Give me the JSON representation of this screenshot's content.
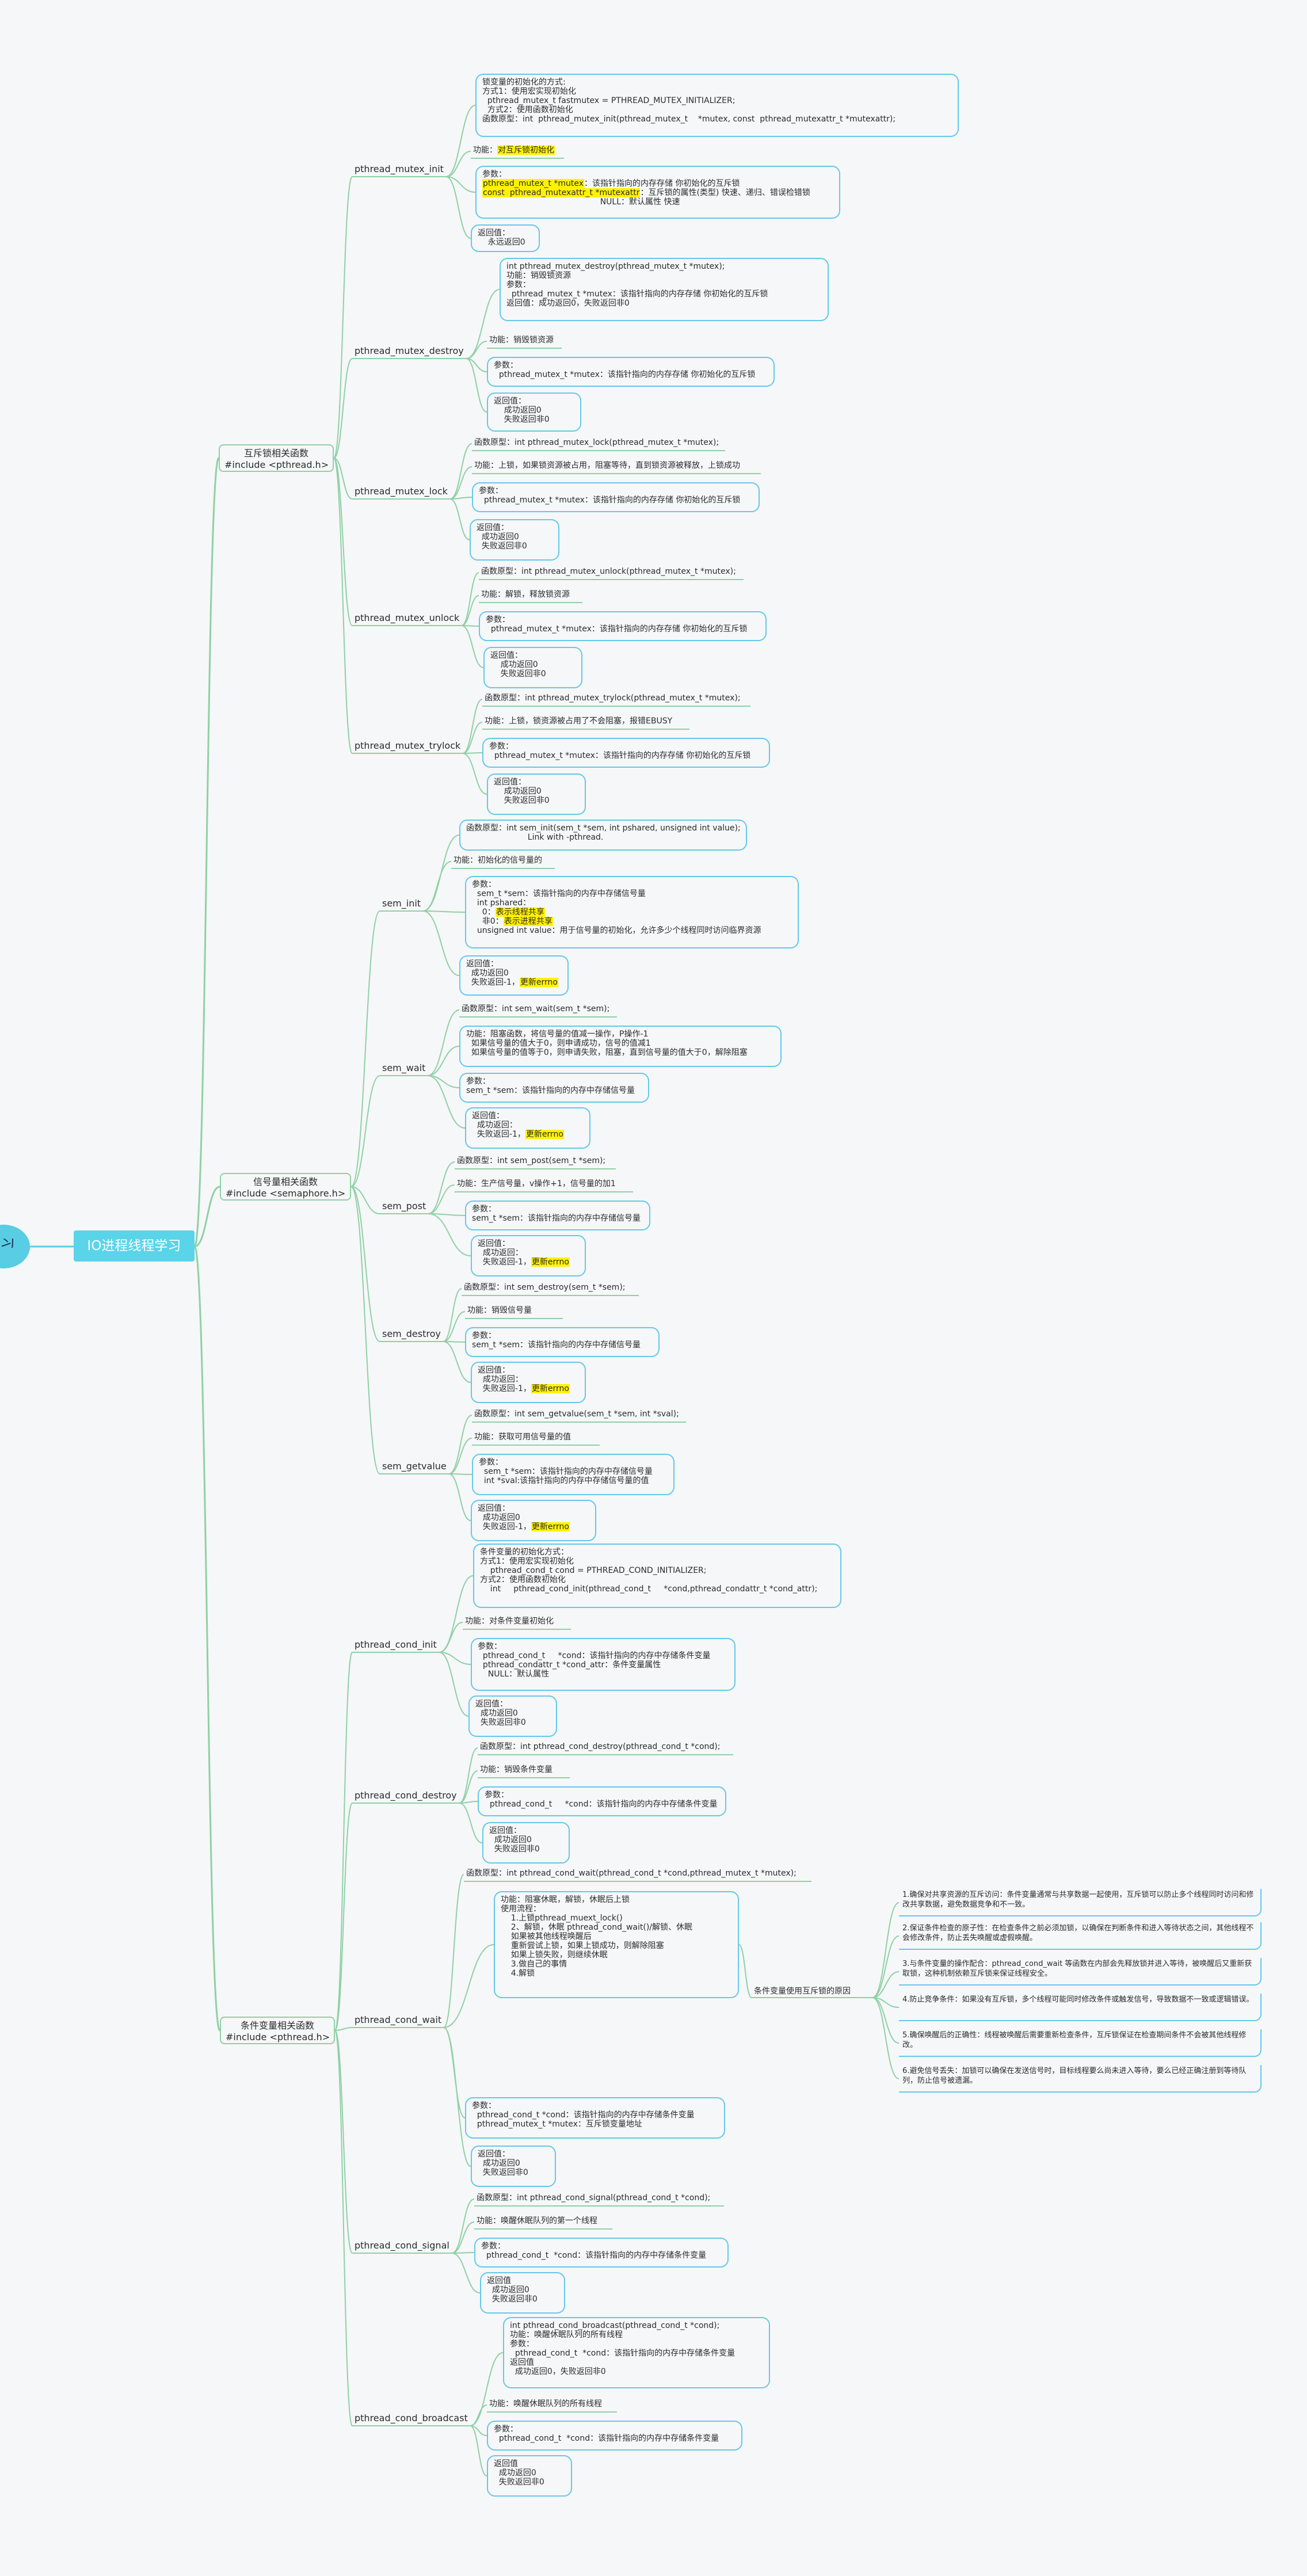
{
  "root_label": "习",
  "main_topic": "IO进程线程学习",
  "categories": {
    "mutex": "互斥锁相关函数\n#include <pthread.h>",
    "sem": "信号量相关函数\n#include <semaphore.h>",
    "cond": "条件变量相关函数\n#include <pthread.h>"
  },
  "functions": {
    "mutex_init": "pthread_mutex_init",
    "mutex_destroy": "pthread_mutex_destroy",
    "mutex_lock": "pthread_mutex_lock",
    "mutex_unlock": "pthread_mutex_unlock",
    "mutex_trylock": "pthread_mutex_trylock",
    "sem_init": "sem_init",
    "sem_wait": "sem_wait",
    "sem_post": "sem_post",
    "sem_destroy": "sem_destroy",
    "sem_getvalue": "sem_getvalue",
    "cond_init": "pthread_cond_init",
    "cond_destroy": "pthread_cond_destroy",
    "cond_wait": "pthread_cond_wait",
    "cond_signal": "pthread_cond_signal",
    "cond_broadcast": "pthread_cond_broadcast"
  },
  "leaves": [
    {
      "lines": [
        "锁变量的初始化的方式:",
        "方式1：使用宏实现初始化",
        "  pthread_mutex_t fastmutex = PTHREAD_MUTEX_INITIALIZER;",
        "  方式2：使用函数初始化",
        "函数原型：int  pthread_mutex_init(pthread_mutex_t    *mutex, const  pthread_mutexattr_t *mutexattr);"
      ]
    },
    {
      "lines": [
        "功能：对互斥锁初始化"
      ]
    },
    {
      "lines": [
        "参数：",
        "pthread_mutex_t *mutex：该指针指向的内存存储 你初始化的互斥锁",
        "const  pthread_mutexattr_t *mutexattr：互斥锁的属性(类型) 快速、递归、错误检错锁",
        "                                              NULL：默认属性 快速"
      ]
    },
    {
      "lines": [
        "返回值：",
        "    永远返回0"
      ]
    },
    {
      "lines": [
        "int pthread_mutex_destroy(pthread_mutex_t *mutex);",
        "功能：销毁锁资源",
        "参数：",
        "  pthread_mutex_t *mutex：该指针指向的内存存储 你初始化的互斥锁",
        "返回值：成功返回0，失败返回非0"
      ]
    },
    {
      "lines": [
        "功能：销毁锁资源"
      ]
    },
    {
      "lines": [
        "参数：",
        "  pthread_mutex_t *mutex：该指针指向的内存存储 你初始化的互斥锁"
      ]
    },
    {
      "lines": [
        "返回值：",
        "    成功返回0",
        "    失败返回非0"
      ]
    },
    {
      "lines": [
        "函数原型：int pthread_mutex_lock(pthread_mutex_t *mutex);"
      ]
    },
    {
      "lines": [
        "功能：上锁，如果锁资源被占用，阻塞等待，直到锁资源被释放，上锁成功"
      ]
    },
    {
      "lines": [
        "参数：",
        "  pthread_mutex_t *mutex：该指针指向的内存存储 你初始化的互斥锁"
      ]
    },
    {
      "lines": [
        "返回值：",
        "  成功返回0",
        "  失败返回非0"
      ]
    },
    {
      "lines": [
        "函数原型：int pthread_mutex_unlock(pthread_mutex_t *mutex);"
      ]
    },
    {
      "lines": [
        "功能：解锁，释放锁资源"
      ]
    },
    {
      "lines": [
        "参数：",
        "  pthread_mutex_t *mutex：该指针指向的内存存储 你初始化的互斥锁"
      ]
    },
    {
      "lines": [
        "返回值：",
        "    成功返回0",
        "    失败返回非0"
      ]
    },
    {
      "lines": [
        "函数原型：int pthread_mutex_trylock(pthread_mutex_t *mutex);"
      ]
    },
    {
      "lines": [
        "功能：上锁，锁资源被占用了不会阻塞，报错EBUSY"
      ]
    },
    {
      "lines": [
        "参数：",
        "  pthread_mutex_t *mutex：该指针指向的内存存储 你初始化的互斥锁"
      ]
    },
    {
      "lines": [
        "返回值：",
        "    成功返回0",
        "    失败返回非0"
      ]
    },
    {
      "lines": [
        "函数原型：int sem_init(sem_t *sem, int pshared, unsigned int value);",
        "                        Link with -pthread."
      ]
    },
    {
      "lines": [
        "功能：初始化的信号量的"
      ]
    },
    {
      "lines": [
        "参数：",
        "  sem_t *sem：该指针指向的内存中存储信号量",
        "  int pshared：",
        "    0：表示线程共享",
        "    非0：表示进程共享",
        "  unsigned int value：用于信号量的初始化，允许多少个线程同时访问临界资源"
      ]
    },
    {
      "lines": [
        "返回值：",
        "  成功返回0",
        "  失败返回-1，更新errno"
      ]
    },
    {
      "lines": [
        "函数原型：int sem_wait(sem_t *sem);"
      ]
    },
    {
      "lines": [
        "功能：阻塞函数，将信号量的值减一操作，P操作-1",
        "  如果信号量的值大于0，则申请成功，信号的值减1",
        "  如果信号量的值等于0，则申请失败，阻塞，直到信号量的值大于0，解除阻塞"
      ]
    },
    {
      "lines": [
        "参数：",
        "sem_t *sem：该指针指向的内存中存储信号量"
      ]
    },
    {
      "lines": [
        "返回值：",
        "  成功返回：",
        "  失败返回-1，更新errno"
      ]
    },
    {
      "lines": [
        "函数原型：int sem_post(sem_t *sem);"
      ]
    },
    {
      "lines": [
        "功能：生产信号量，v操作+1，信号量的加1"
      ]
    },
    {
      "lines": [
        "参数：",
        "sem_t *sem：该指针指向的内存中存储信号量"
      ]
    },
    {
      "lines": [
        "返回值：",
        "  成功返回：",
        "  失败返回-1，更新errno"
      ]
    },
    {
      "lines": [
        "函数原型：int sem_destroy(sem_t *sem);"
      ]
    },
    {
      "lines": [
        "功能：销毁信号量"
      ]
    },
    {
      "lines": [
        "参数：",
        "sem_t *sem：该指针指向的内存中存储信号量"
      ]
    },
    {
      "lines": [
        "返回值：",
        "  成功返回：",
        "  失败返回-1，更新errno"
      ]
    },
    {
      "lines": [
        "函数原型：int sem_getvalue(sem_t *sem, int *sval);"
      ]
    },
    {
      "lines": [
        "功能：获取可用信号量的值"
      ]
    },
    {
      "lines": [
        "参数：",
        "  sem_t *sem：该指针指向的内存中存储信号量",
        "  int *sval:该指针指向的内存中存储信号量的值"
      ]
    },
    {
      "lines": [
        "返回值：",
        "  成功返回0",
        "  失败返回-1，更新errno"
      ]
    },
    {
      "lines": [
        "条件变量的初始化方式：",
        "方式1：使用宏实现初始化",
        "    pthread_cond_t cond = PTHREAD_COND_INITIALIZER;",
        "方式2：使用函数初始化",
        "    int     pthread_cond_init(pthread_cond_t     *cond,pthread_condattr_t *cond_attr);"
      ]
    },
    {
      "lines": [
        "功能：对条件变量初始化"
      ]
    },
    {
      "lines": [
        "参数：",
        "  pthread_cond_t     *cond：该指针指向的内存中存储条件变量",
        "  pthread_condattr_t *cond_attr：条件变量属性",
        "    NULL：默认属性"
      ]
    },
    {
      "lines": [
        "返回值：",
        "  成功返回0",
        "  失败返回非0"
      ]
    },
    {
      "lines": [
        "函数原型：int pthread_cond_destroy(pthread_cond_t *cond);"
      ]
    },
    {
      "lines": [
        "功能：销毁条件变量"
      ]
    },
    {
      "lines": [
        "参数：",
        "  pthread_cond_t     *cond：该指针指向的内存中存储条件变量"
      ]
    },
    {
      "lines": [
        "返回值：",
        "  成功返回0",
        "  失败返回非0"
      ]
    },
    {
      "lines": [
        "函数原型：int pthread_cond_wait(pthread_cond_t *cond,pthread_mutex_t *mutex);"
      ]
    },
    {
      "lines": [
        "功能：阻塞休眠，解锁，休眠后上锁",
        "使用流程：",
        "    1.上锁pthread_muext_lock()",
        "    2、解锁，休眠 pthread_cond_wait()/解锁、休眠",
        "    如果被其他线程唤醒后",
        "    重新尝试上锁，如果上锁成功，则解除阻塞",
        "    如果上锁失败，则继续休眠",
        "    3.做自己的事情",
        "    4.解锁"
      ]
    },
    {
      "lines": [
        "参数：",
        "  pthread_cond_t *cond：该指针指向的内存中存储条件变量",
        "  pthread_mutex_t *mutex：互斥锁变量地址"
      ]
    },
    {
      "lines": [
        "返回值：",
        "  成功返回0",
        "  失败返回非0"
      ]
    },
    {
      "lines": [
        "函数原型：int pthread_cond_signal(pthread_cond_t *cond);"
      ]
    },
    {
      "lines": [
        "功能：唤醒休眠队列的第一个线程"
      ]
    },
    {
      "lines": [
        "参数：",
        "  pthread_cond_t  *cond：该指针指向的内存中存储条件变量"
      ]
    },
    {
      "lines": [
        "返回值",
        "  成功返回0",
        "  失败返回非0"
      ]
    },
    {
      "lines": [
        "int pthread_cond_broadcast(pthread_cond_t *cond);",
        "功能：唤醒休眠队列的所有线程",
        "参数：",
        "  pthread_cond_t  *cond：该指针指向的内存中存储条件变量",
        "返回值",
        "  成功返回0，失败返回非0"
      ]
    },
    {
      "lines": [
        "功能：唤醒休眠队列的所有线程"
      ]
    },
    {
      "lines": [
        "参数：",
        "  pthread_cond_t  *cond：该指针指向的内存中存储条件变量"
      ]
    },
    {
      "lines": [
        "返回值",
        "  成功返回0",
        "  失败返回非0"
      ]
    }
  ],
  "why_mutex_label": "条件变量使用互斥锁的原因",
  "why_notes": [
    "1.确保对共享资源的互斥访问：条件变量通常与共享数据一起使用，互斥锁可以防止多个线程同时访问和修改共享数据，避免数据竞争和不一致。",
    "2.保证条件检查的原子性：在检查条件之前必须加锁，以确保在判断条件和进入等待状态之间，其他线程不会修改条件，防止丢失唤醒或虚假唤醒。",
    "3.与条件变量的操作配合：pthread_cond_wait 等函数在内部会先释放锁并进入等待，被唤醒后又重新获取锁，这种机制依赖互斥锁来保证线程安全。",
    "4.防止竞争条件：如果没有互斥锁，多个线程可能同时修改条件或触发信号，导致数据不一致或逻辑错误。",
    "5.确保唤醒后的正确性：线程被唤醒后需要重新检查条件，互斥锁保证在检查期间条件不会被其他线程修改。",
    "6.避免信号丢失：加锁可以确保在发送信号时，目标线程要么尚未进入等待，要么已经正确注册到等待队列，防止信号被遗漏。"
  ]
}
